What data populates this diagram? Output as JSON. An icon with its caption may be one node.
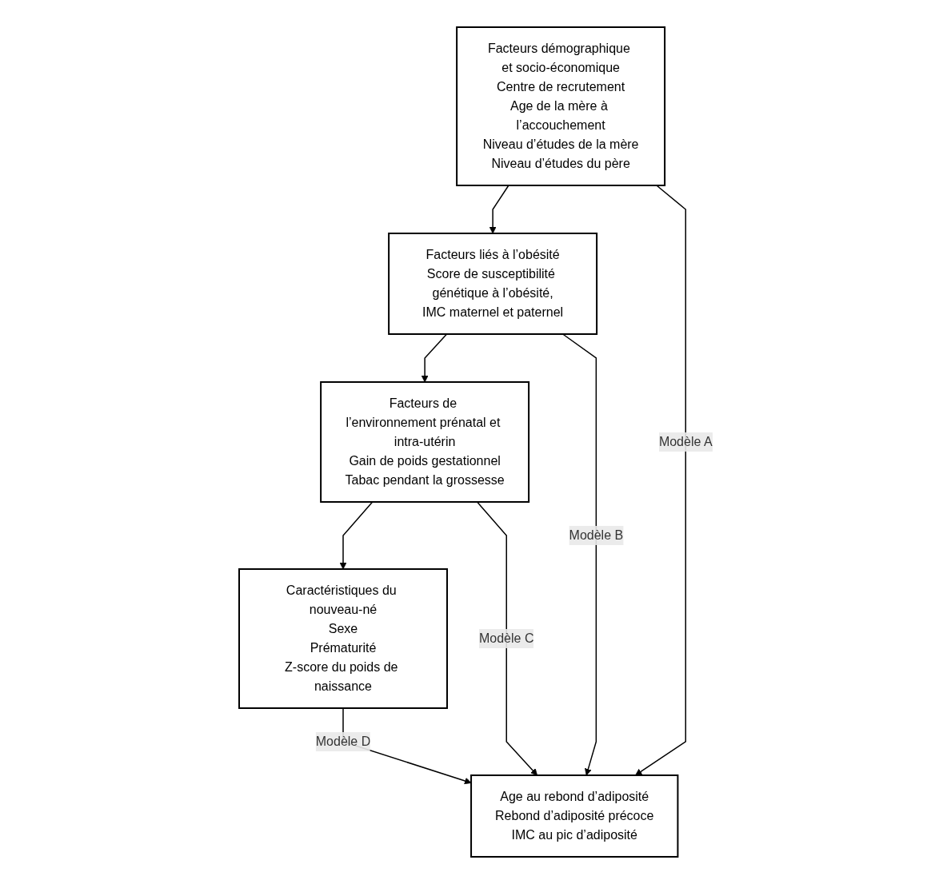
{
  "diagram": {
    "nodes": [
      {
        "text": [
          "Facteurs démographique et socio-économique",
          "Centre de recrutement",
          "Age de la mère à l’accouchement",
          "Niveau d’études de la mère",
          "Niveau d’études du père"
        ]
      },
      {
        "text": [
          "Facteurs liés à l’obésité",
          "Score de susceptibilité génétique à l’obésité,",
          "IMC maternel et paternel"
        ]
      },
      {
        "text": [
          "Facteurs de l’environnement prénatal et intra-utérin",
          "Gain de poids gestationnel",
          "Tabac pendant la grossesse"
        ]
      },
      {
        "text": [
          "Caractéristiques du nouveau-né",
          "Sexe",
          "Prématurité",
          "Z-score du poids de naissance"
        ]
      },
      {
        "text": [
          "Age au rebond d’adiposité",
          "Rebond d’adiposité précoce",
          "IMC au pic d’adiposité"
        ]
      }
    ],
    "edges": [
      {
        "from": 0,
        "to": 1,
        "arrow": "to"
      },
      {
        "from": 1,
        "to": 2,
        "arrow": "to"
      },
      {
        "from": 2,
        "to": 3,
        "arrow": "to"
      },
      {
        "from": 3,
        "to": 4,
        "arrow": "to",
        "label": "Modèle D"
      },
      {
        "from": 0,
        "to": 4,
        "arrow": "to",
        "label": "Modèle A"
      },
      {
        "from": 2,
        "to": 4,
        "arrow": "to",
        "label": "Modèle C"
      },
      {
        "from": 1,
        "to": 4,
        "arrow": "to",
        "label": "Modèle B"
      }
    ]
  }
}
